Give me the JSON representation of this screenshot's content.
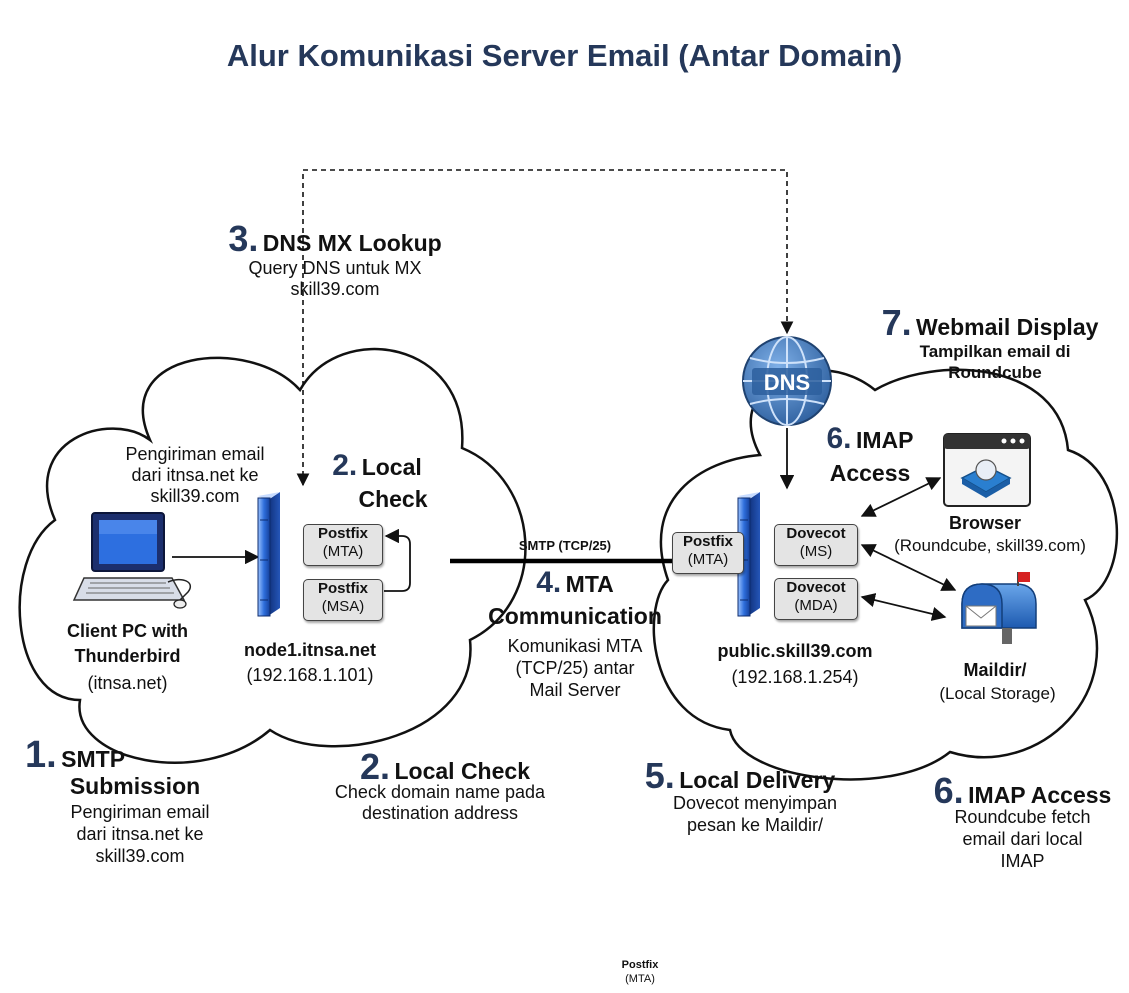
{
  "title": "Alur Komunikasi Server Email (Antar Domain)",
  "steps": {
    "s1": {
      "num": "1.",
      "title_line1": "SMTP",
      "title_line2": "Submission",
      "desc": [
        "Pengiriman email",
        "dari itnsa.net ke",
        "skill39.com"
      ]
    },
    "s2_in_cloud": {
      "num": "2.",
      "title_line1": "Local",
      "title_line2": "Check"
    },
    "s2": {
      "num": "2.",
      "title": "Local Check",
      "desc": [
        "Check domain name pada",
        "destination address"
      ]
    },
    "s3": {
      "num": "3.",
      "title": "DNS MX Lookup",
      "desc": [
        "Query DNS untuk MX",
        "skill39.com"
      ]
    },
    "s4": {
      "num": "4.",
      "title_line1": "MTA",
      "title_line2": "Communication",
      "desc": [
        "Komunikasi MTA",
        "(TCP/25) antar",
        "Mail Server"
      ]
    },
    "s5": {
      "num": "5.",
      "title": "Local Delivery",
      "desc": [
        "Dovecot menyimpan",
        "pesan ke Maildir/"
      ]
    },
    "s6_in_cloud": {
      "num": "6.",
      "title_line1": "IMAP",
      "title_line2": "Access"
    },
    "s6": {
      "num": "6.",
      "title": "IMAP Access",
      "desc": [
        "Roundcube fetch",
        "email dari local",
        "IMAP"
      ]
    },
    "s7": {
      "num": "7.",
      "title": "Webmail Display",
      "desc": [
        "Tampilkan email di",
        "Roundcube"
      ]
    }
  },
  "left_cloud": {
    "note": [
      "Pengiriman email",
      "dari itnsa.net ke",
      "skill39.com"
    ],
    "client": {
      "line1": "Client PC with",
      "line2": "Thunderbird",
      "line3": "(itnsa.net)"
    },
    "server": {
      "name": "node1.itnsa.net",
      "ip": "(192.168.1.101)"
    },
    "box_mta": {
      "name": "Postfix",
      "role": "(MTA)"
    },
    "box_msa": {
      "name": "Postfix",
      "role": "(MSA)"
    }
  },
  "link_label": "SMTP (TCP/25)",
  "right_cloud": {
    "server": {
      "name": "public.skill39.com",
      "ip": "(192.168.1.254)"
    },
    "box_postfix": {
      "name": "Postfix",
      "role": "(MTA)"
    },
    "box_ms": {
      "name": "Dovecot",
      "role": "(MS)"
    },
    "box_mda": {
      "name": "Dovecot",
      "role": "(MDA)"
    },
    "browser": {
      "name": "Browser",
      "detail": "(Roundcube, skill39.com)"
    },
    "maildir": {
      "name": "Maildir/",
      "detail": "(Local Storage)"
    }
  },
  "dns_label": "DNS",
  "footer": {
    "name": "Postfix",
    "role": "(MTA)"
  }
}
